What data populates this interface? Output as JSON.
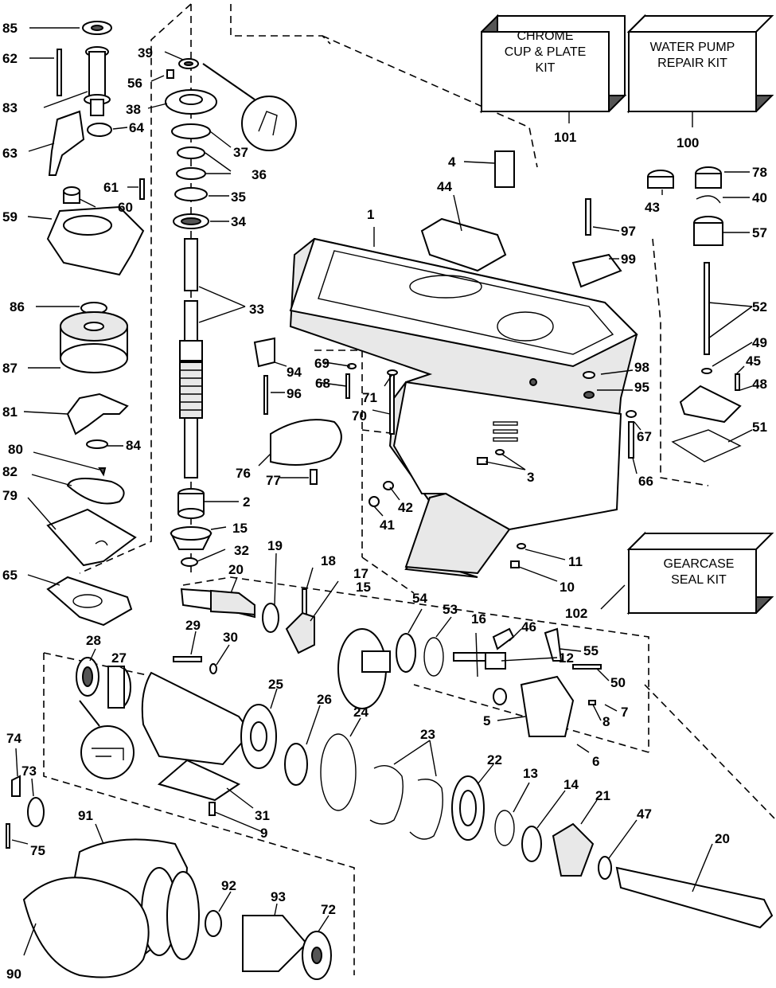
{
  "kits": [
    {
      "line1": "CHROME",
      "line2": "CUP & PLATE",
      "line3": "KIT",
      "number": "101"
    },
    {
      "line1": "WATER PUMP",
      "line2": "REPAIR KIT",
      "line3": "",
      "number": "100"
    },
    {
      "line1": "GEARCASE",
      "line2": "SEAL KIT",
      "line3": "",
      "number": "102"
    }
  ],
  "callouts": [
    "85",
    "62",
    "83",
    "63",
    "64",
    "39",
    "56",
    "38",
    "37",
    "36",
    "35",
    "34",
    "61",
    "60",
    "59",
    "86",
    "87",
    "81",
    "84",
    "80",
    "82",
    "79",
    "65",
    "33",
    "2",
    "15",
    "32",
    "20",
    "19",
    "18",
    "17",
    "29",
    "30",
    "28",
    "27",
    "25",
    "26",
    "24",
    "23",
    "22",
    "13",
    "14",
    "21",
    "47",
    "74",
    "73",
    "75",
    "91",
    "90",
    "92",
    "93",
    "72",
    "31",
    "9",
    "16",
    "54",
    "53",
    "46",
    "12",
    "55",
    "50",
    "5",
    "7",
    "8",
    "6",
    "1",
    "4",
    "44",
    "43",
    "78",
    "40",
    "57",
    "97",
    "99",
    "52",
    "49",
    "45",
    "48",
    "51",
    "98",
    "95",
    "67",
    "66",
    "94",
    "69",
    "68",
    "71",
    "96",
    "70",
    "76",
    "77",
    "3",
    "42",
    "41",
    "11",
    "10"
  ]
}
